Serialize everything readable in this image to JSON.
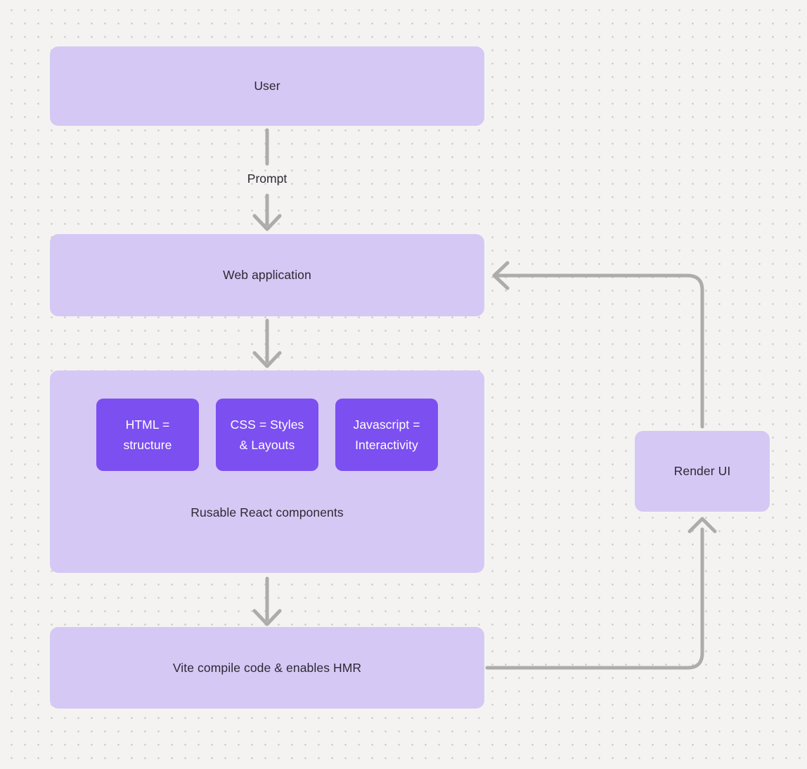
{
  "diagram": {
    "nodes": {
      "user": {
        "label": "User"
      },
      "web_application": {
        "label": "Web application"
      },
      "components": {
        "caption": "Rusable React components",
        "html": {
          "line1": "HTML =",
          "line2": "structure"
        },
        "css": {
          "line1": "CSS = Styles",
          "line2": "& Layouts"
        },
        "javascript": {
          "line1": "Javascript =",
          "line2": "Interactivity"
        }
      },
      "vite": {
        "label": "Vite compile code & enables HMR"
      },
      "render_ui": {
        "label": "Render UI"
      }
    },
    "edges": {
      "user_to_webapp": {
        "label": "Prompt"
      },
      "webapp_to_components": {
        "label": ""
      },
      "components_to_vite": {
        "label": ""
      },
      "vite_to_render_ui": {
        "label": ""
      },
      "render_ui_to_webapp": {
        "label": ""
      }
    },
    "colors": {
      "background": "#f4f3f1",
      "dot_grid": "#ccc9c5",
      "node_fill_light": "#d6c8f4",
      "node_fill_accent": "#7c4ff0",
      "connector": "#adacab",
      "text_dark": "#2c2933",
      "text_light": "#ffffff"
    }
  }
}
